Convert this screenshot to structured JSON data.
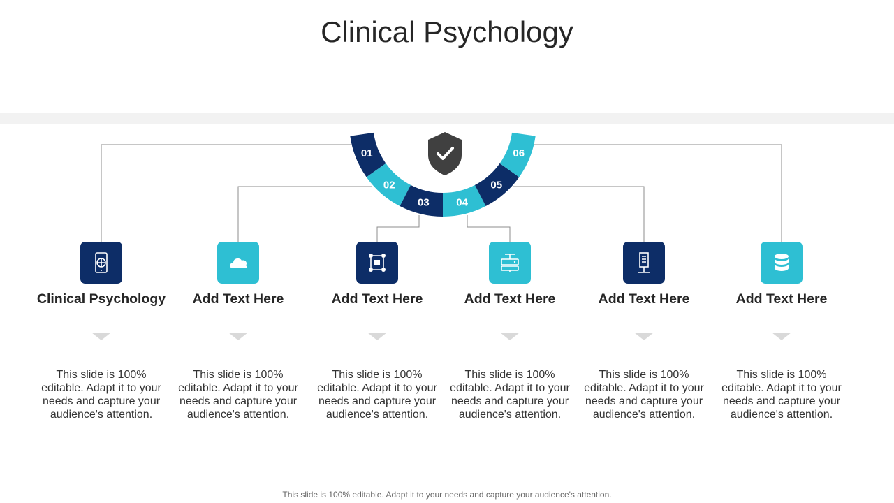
{
  "title": "Clinical Psychology",
  "center_icon": "shield-check-icon",
  "colors": {
    "dark": "#0d2d67",
    "light": "#2ebfd3",
    "band": "#f2f2f2",
    "connector": "#8c8c8c",
    "caret": "#d9d9d9",
    "shield": "#404040"
  },
  "segments": [
    {
      "label": "01",
      "color": "dark"
    },
    {
      "label": "02",
      "color": "light"
    },
    {
      "label": "03",
      "color": "dark"
    },
    {
      "label": "04",
      "color": "light"
    },
    {
      "label": "05",
      "color": "dark"
    },
    {
      "label": "06",
      "color": "light"
    }
  ],
  "columns": [
    {
      "heading": "Clinical Psychology",
      "description": "This slide is 100% editable. Adapt it to your needs and capture your audience's attention.",
      "icon": "mobile-globe-icon",
      "color": "dark"
    },
    {
      "heading": "Add Text Here",
      "description": "This slide is 100% editable. Adapt it to your needs and capture your audience's attention.",
      "icon": "cloud-icon",
      "color": "light"
    },
    {
      "heading": "Add Text Here",
      "description": "This slide is 100% editable. Adapt it to your needs and capture your audience's attention.",
      "icon": "network-people-icon",
      "color": "dark"
    },
    {
      "heading": "Add Text Here",
      "description": "This slide is 100% editable. Adapt it to your needs and capture your audience's attention.",
      "icon": "server-network-icon",
      "color": "light"
    },
    {
      "heading": "Add Text Here",
      "description": "This slide is 100% editable. Adapt it to your needs and capture your audience's attention.",
      "icon": "server-rack-icon",
      "color": "dark"
    },
    {
      "heading": "Add Text Here",
      "description": "This slide is 100% editable. Adapt it to your needs and capture your audience's attention.",
      "icon": "database-icon",
      "color": "light"
    }
  ],
  "footer": "This slide is 100% editable. Adapt it to your needs and capture your audience's attention."
}
